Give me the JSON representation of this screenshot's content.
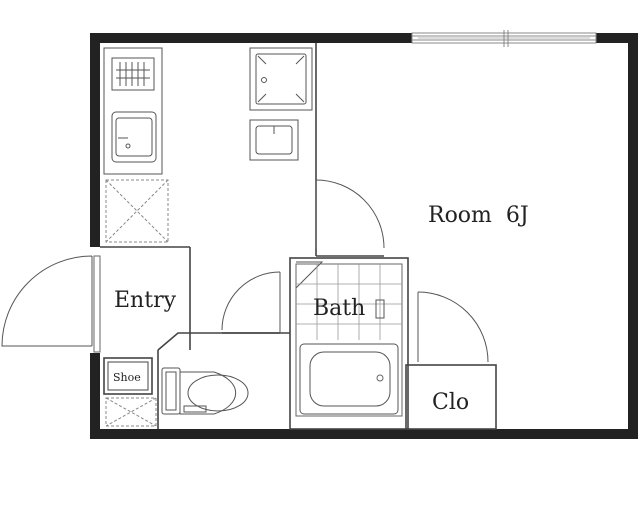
{
  "rooms": {
    "room": "Room  6J",
    "entry": "Entry",
    "bath": "Bath",
    "closet": "Clo",
    "shoe": "Shoe"
  },
  "colors": {
    "wall": "#222222",
    "line": "#444444",
    "thin": "#888888",
    "background": "#ffffff"
  }
}
